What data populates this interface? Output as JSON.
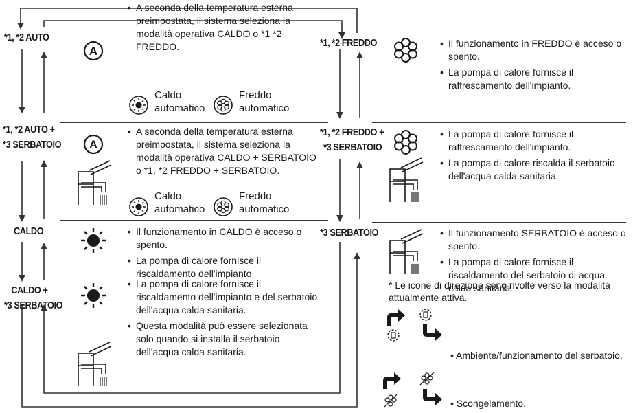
{
  "modes": {
    "auto": "*1, *2 AUTO",
    "auto_tank_1": "*1, *2 AUTO +",
    "auto_tank_2": "*3 SERBATOIO",
    "heat": "CALDO",
    "heat_tank_1": "CALDO +",
    "heat_tank_2": "*3 SERBATOIO",
    "cool": "*1, *2 FREDDO",
    "cool_tank_1": "*1, *2 FREDDO +",
    "cool_tank_2": "*3 SERBATOIO",
    "tank": "*3 SERBATOIO"
  },
  "texts": {
    "auto_desc": "A seconda della temperatura esterna preimpostata, il sistema seleziona la modalità operativa CALDO o *1 *2 FREDDO.",
    "auto_tank_desc": "A seconda della temperatura esterna preimpostata, il sistema seleziona la modalità operativa CALDO + SERBATOIO o *1, *2 FREDDO + SERBATOIO.",
    "caldo_auto_1": "Caldo",
    "caldo_auto_2": "automatico",
    "freddo_auto_1": "Freddo",
    "freddo_auto_2": "automatico",
    "heat_1": "Il funzionamento in CALDO è acceso o spento.",
    "heat_2": "La pompa di calore fornisce il riscaldamento dell'impianto.",
    "heat_tank_1": "La pompa di calore fornisce il riscaldamento dell'impianto e del serbatoio dell'acqua calda sanitaria.",
    "heat_tank_2": "Questa modalità può essere selezionata solo quando si installa il serbatoio dell'acqua calda sanitaria.",
    "cool_1": "Il funzionamento in FREDDO è acceso o spento.",
    "cool_2": "La pompa di calore fornisce il raffrescamento dell'impianto.",
    "cool_tank_1": "La pompa di calore fornisce il raffrescamento dell'impianto.",
    "cool_tank_2": "La pompa di calore riscalda il serbatoio dell'acqua calda sanitaria.",
    "tank_1": "Il funzionamento SERBATOIO è acceso o spento.",
    "tank_2": "La pompa di calore fornisce il riscaldamento del serbatoio di acqua calda sanitaria.",
    "note": "* Le icone di direzione sono rivolte verso la modalità attualmente attiva.",
    "legend_1": "• Ambiente/funzionamento del serbatoio.",
    "legend_2": "• Scongelamento."
  },
  "colors": {
    "ink": "#1a1a1a",
    "line": "#333333"
  },
  "icons": [
    "auto-icon",
    "snowflake-icon",
    "sun-icon",
    "faucet-icon",
    "sun-badge-icon",
    "snowflake-badge-icon",
    "direction-arrow-icon",
    "tank-icon"
  ]
}
